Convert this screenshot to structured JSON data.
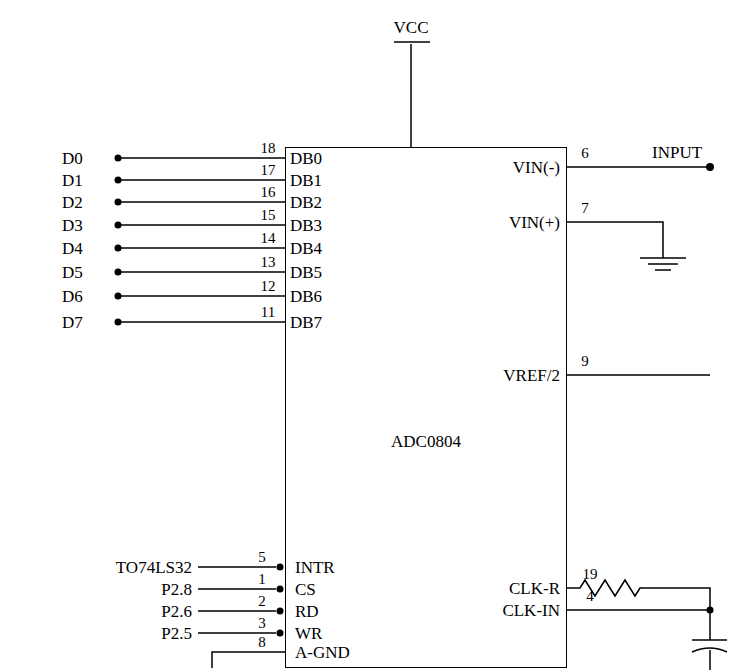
{
  "diagram": {
    "nodes": [
      {
        "text": [
          "ADC0804"
        ]
      }
    ],
    "labels": [
      "VCC",
      "D0",
      "D1",
      "D2",
      "D3",
      "D4",
      "D5",
      "D6",
      "D7",
      "18",
      "17",
      "16",
      "15",
      "14",
      "13",
      "12",
      "11",
      "DB0",
      "DB1",
      "DB2",
      "DB3",
      "DB4",
      "DB5",
      "DB6",
      "DB7",
      "6",
      "INPUT",
      "VIN(-)",
      "7",
      "VIN(+)",
      "9",
      "VREF/2",
      "TO74LS32",
      "P2.8",
      "P2.6",
      "P2.5",
      "5",
      "1",
      "2",
      "3",
      "8",
      "INTR",
      "CS",
      "RD",
      "WR",
      "A-GND",
      "19",
      "CLK-R",
      "4",
      "CLK-IN"
    ]
  }
}
